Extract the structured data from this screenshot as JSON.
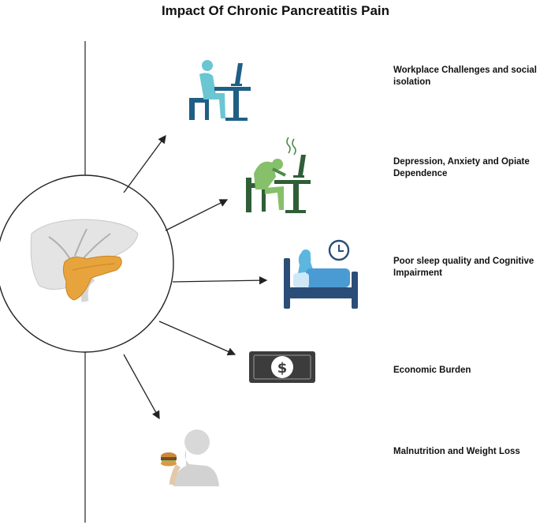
{
  "title": "Impact Of Chronic Pancreatitis Pain",
  "center": {
    "icon": "pancreas-liver-illustration-icon"
  },
  "impacts": [
    {
      "label": "Workplace Challenges and social isolation",
      "icon": "person-at-desk-icon",
      "color": "#2e7fa3"
    },
    {
      "label": "Depression, Anxiety and Opiate Dependence",
      "icon": "distressed-person-at-desk-icon",
      "color": "#4e8a48"
    },
    {
      "label": "Poor sleep quality and Cognitive Impairment",
      "icon": "person-in-bed-clock-icon",
      "color": "#2f6b9a"
    },
    {
      "label": "Economic Burden",
      "icon": "dollar-bill-icon",
      "color": "#444444"
    },
    {
      "label": "Malnutrition and Weight Loss",
      "icon": "person-eating-burger-icon",
      "color": "#9a9a9a"
    }
  ]
}
